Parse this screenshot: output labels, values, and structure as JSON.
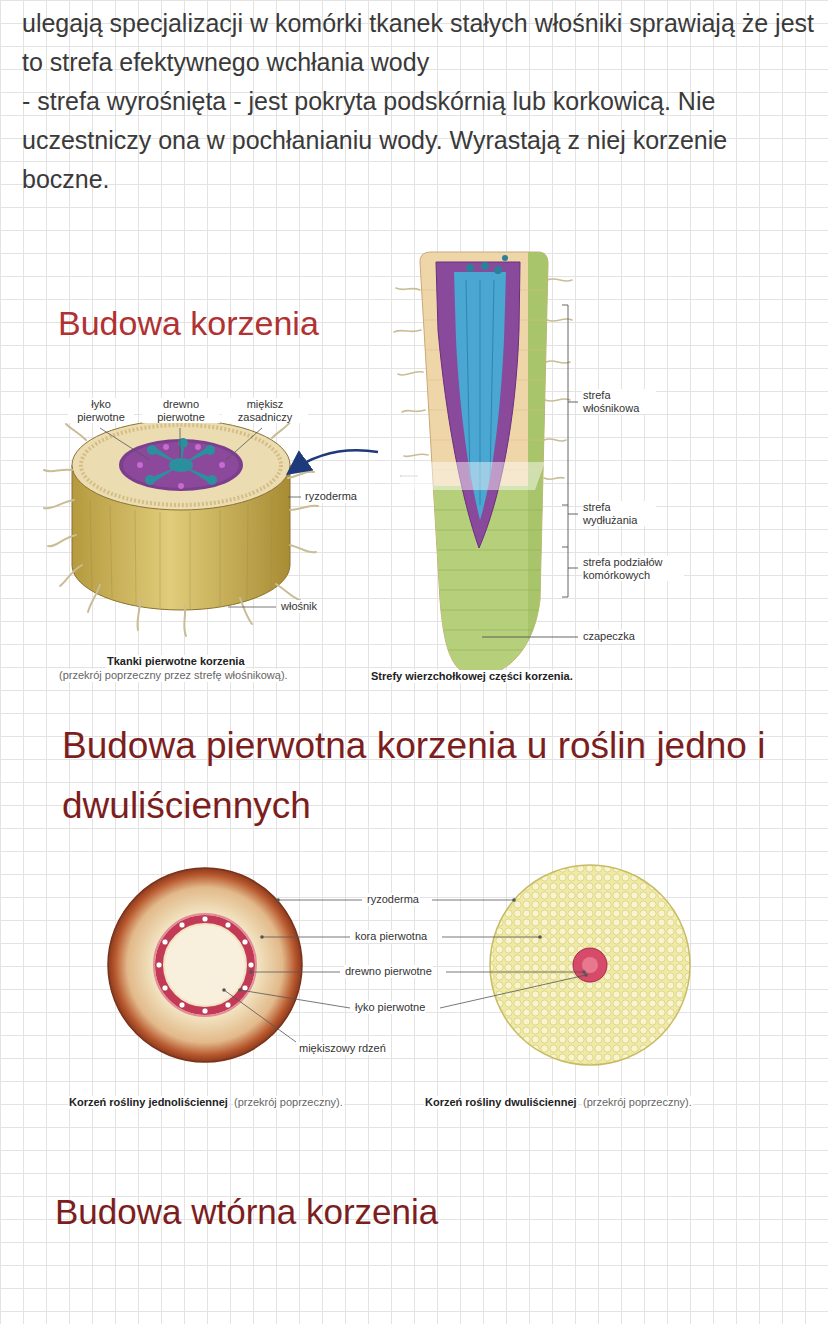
{
  "diagram": {
    "labels": [
      "ulegają specjalizacji w komórki tkanek stałych włośniki sprawiają że jest to strefa efektywnego wchłania wody",
      "- strefa wyrośnięta - jest pokryta podskórnią lub korkowicą. Nie uczestniczy ona w pochłanianiu wody. Wyrastają z niej korzenie boczne.",
      "Budowa korzenia",
      "łyko pierwotne",
      "drewno pierwotne",
      "miękisz zasadniczy",
      "ryzoderma",
      "włośnik",
      "Tkanki pierwotne korzenia",
      "(przekrój poprzeczny przez strefę włośnikową).",
      "strefa włośnikowa",
      "strefa wydłużania",
      "strefa podziałów komórkowych",
      "czapeczka",
      "Strefy wierzchołkowej części korzenia.",
      "Budowa pierwotna korzenia u roślin jedno i dwuliściennych",
      "ryzoderma",
      "kora pierwotna",
      "drewno pierwotne",
      "łyko pierwotne",
      "miękiszowy rdzeń",
      "Korzeń rośliny jednoliściennej",
      "(przekrój poprzeczny).",
      "Korzeń rośliny dwuliściennej",
      "(przekrój poprzeczny).",
      "Budowa wtórna korzenia"
    ]
  }
}
